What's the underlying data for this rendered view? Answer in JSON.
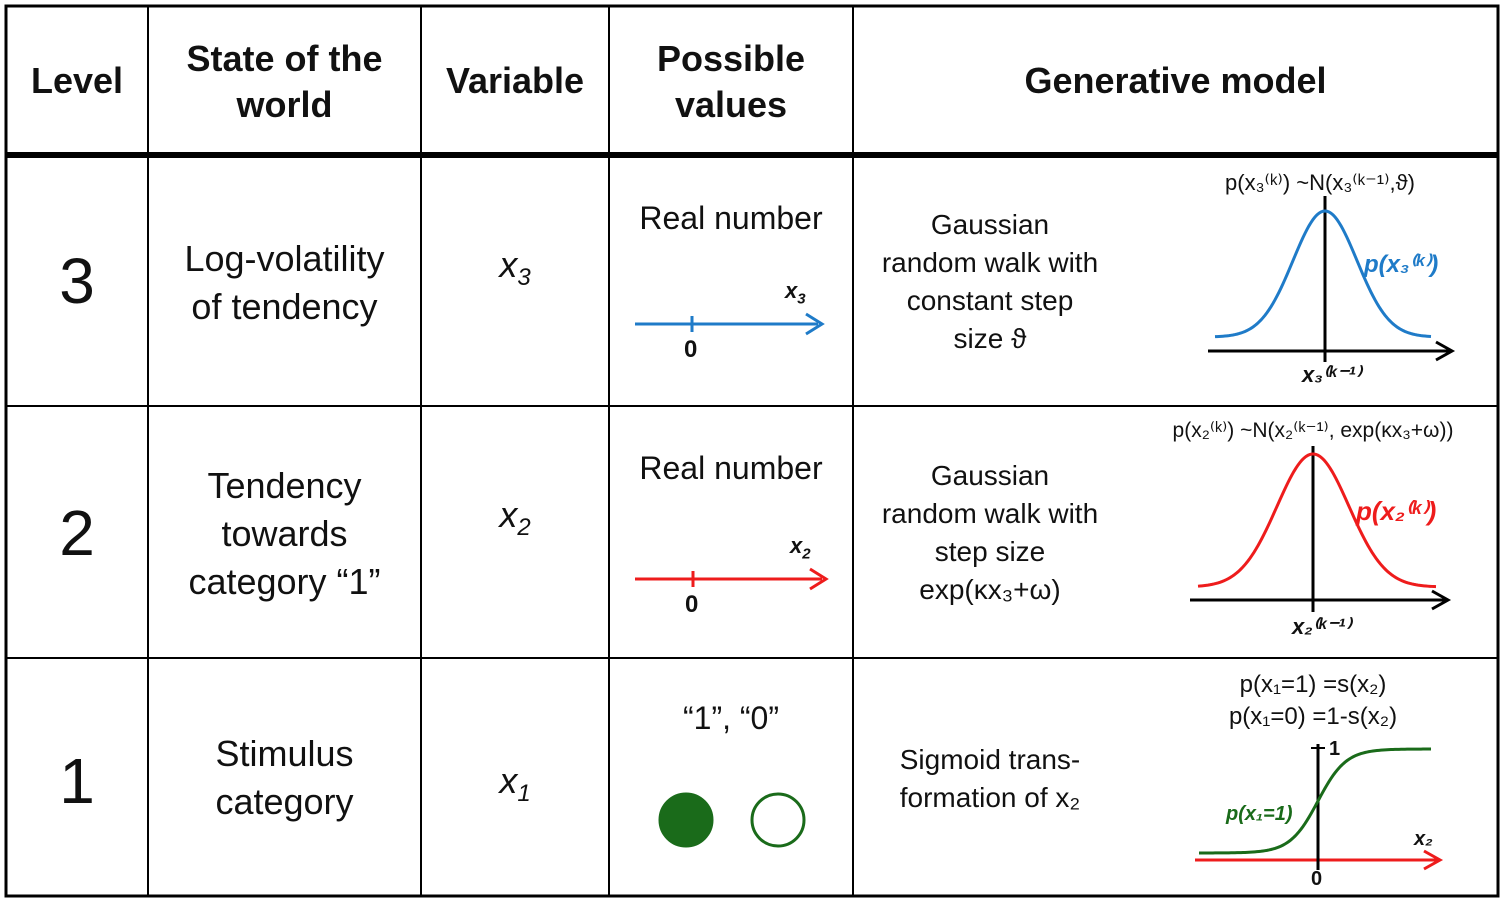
{
  "header": {
    "level": "Level",
    "state_line1": "State of the",
    "state_line2": "world",
    "variable": "Variable",
    "values_line1": "Possible",
    "values_line2": "values",
    "model": "Generative model"
  },
  "rows": [
    {
      "level": "3",
      "state": [
        "Log-volatility",
        "of tendency"
      ],
      "variable": "x",
      "variable_sub": "3",
      "values": "Real number",
      "axis_label": "x",
      "axis_sub": "3",
      "zero": "0",
      "model": [
        "Gaussian",
        "random walk with",
        "constant step",
        "size ϑ"
      ],
      "formula": "p(x₃⁽ᵏ⁾) ~N(x₃⁽ᵏ⁻¹⁾,ϑ)",
      "curve_label": "p(x₃⁽ᵏ⁾)",
      "curve_xlabel": "x₃⁽ᵏ⁻¹⁾",
      "color": "#1f7bc8"
    },
    {
      "level": "2",
      "state": [
        "Tendency",
        "towards",
        "category “1”"
      ],
      "variable": "x",
      "variable_sub": "2",
      "values": "Real number",
      "axis_label": "x",
      "axis_sub": "2",
      "zero": "0",
      "model": [
        "Gaussian",
        "random walk with",
        "step size",
        "exp(κx₃+ω)"
      ],
      "formula": "p(x₂⁽ᵏ⁾) ~N(x₂⁽ᵏ⁻¹⁾, exp(κx₃+ω))",
      "curve_label": "p(x₂⁽ᵏ⁾)",
      "curve_xlabel": "x₂⁽ᵏ⁻¹⁾",
      "color": "#ee1c1c"
    },
    {
      "level": "1",
      "state": [
        "Stimulus",
        "category"
      ],
      "variable": "x",
      "variable_sub": "1",
      "values": "“1”, “0”",
      "model": [
        "Sigmoid trans-",
        "formation of x₂"
      ],
      "formula_line1": "p(x₁=1) =s(x₂)",
      "formula_line2": "p(x₁=0) =1-s(x₂)",
      "curve_label": "p(x₁=1)",
      "axis_label": "x₂",
      "y_tick": "1",
      "zero": "0",
      "color": "#1a6b1a",
      "axis_color": "#ee1c1c"
    }
  ]
}
